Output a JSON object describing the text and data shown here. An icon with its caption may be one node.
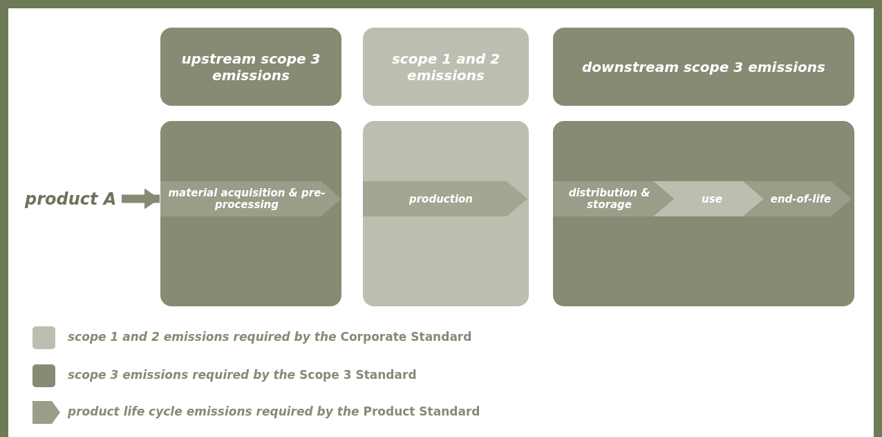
{
  "diagram": {
    "nodes": [
      {
        "text": [
          "upstream scope 3 emissions"
        ]
      },
      {
        "text": [
          "scope 1 and 2 emissions"
        ]
      },
      {
        "text": [
          "downstream scope 3 emissions"
        ]
      },
      {
        "text": [
          "product A"
        ]
      },
      {
        "text": [],
        "shape": "box"
      },
      {
        "text": [
          "material acquisition & pre-processing"
        ],
        "in": 4
      },
      {
        "text": [],
        "shape": "box"
      },
      {
        "text": [
          "production"
        ],
        "in": 6
      },
      {
        "text": [],
        "shape": "box"
      },
      {
        "text": [
          "distribution & storage"
        ],
        "in": 8
      },
      {
        "text": [
          "use"
        ],
        "in": 8
      },
      {
        "text": [
          "end-of-life"
        ],
        "in": 8
      }
    ],
    "edges": [
      {
        "from": 3,
        "to": 5,
        "arrow": "to"
      }
    ],
    "legend": [
      {
        "text": "*scope 1 and 2 emissions required by the* Corporate Standard",
        "color": "#bcbfb0"
      },
      {
        "text": "*scope 3 emissions required by the* Scope 3 Standard",
        "color": "#878b74"
      },
      {
        "text": "*product life cycle emissions required by the* Product Standard"
      }
    ]
  }
}
